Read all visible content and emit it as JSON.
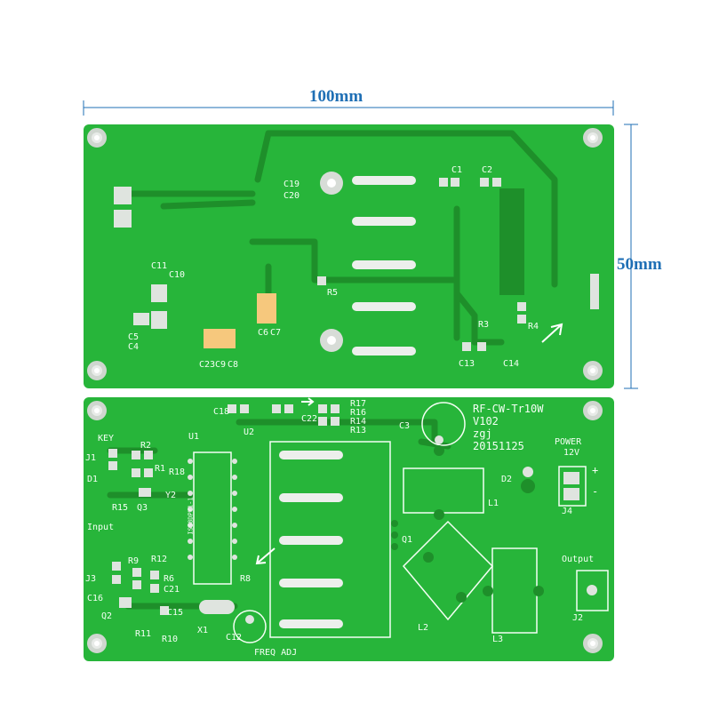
{
  "dimensions": {
    "width_label": "100mm",
    "height_label": "50mm"
  },
  "bottom_side_labels": [
    "C1",
    "C2",
    "C19",
    "C20",
    "C11",
    "C10",
    "C5",
    "C4",
    "C6",
    "C7",
    "C23",
    "C9",
    "C8",
    "R5",
    "R3",
    "R4",
    "C13",
    "C14"
  ],
  "top_side_labels": {
    "title": "RF-CW-Tr10W",
    "version": "V102",
    "author": "zgj",
    "date": "20151125",
    "power_label": "POWER",
    "power_voltage": "12V",
    "plus_sign": "+",
    "minus_sign": "-",
    "key_label": "KEY",
    "input_label": "Input",
    "output_label": "Output",
    "freq_adj_label": "FREQ ADJ",
    "refs": [
      "R17",
      "R16",
      "R14",
      "R13",
      "C18",
      "U2",
      "C22",
      "C3",
      "J1",
      "R2",
      "D1",
      "R1",
      "R18",
      "U1",
      "Y2",
      "R15",
      "Q3",
      "L1",
      "J4",
      "D2",
      "Q1",
      "L2",
      "L3",
      "J2",
      "J3",
      "C16",
      "Q2",
      "C15",
      "X1",
      "C12",
      "R8",
      "R10",
      "R11",
      "R9",
      "R12",
      "C21",
      "R6"
    ],
    "chip_marking": "ISS8DPY1-1"
  },
  "colors": {
    "pcb_green": "#27b53a",
    "trace_green": "#1e9a2c",
    "dimension_blue": "#1f6fb5",
    "pad_silver": "#cfd6cf",
    "silkscreen": "#f4fff4"
  }
}
